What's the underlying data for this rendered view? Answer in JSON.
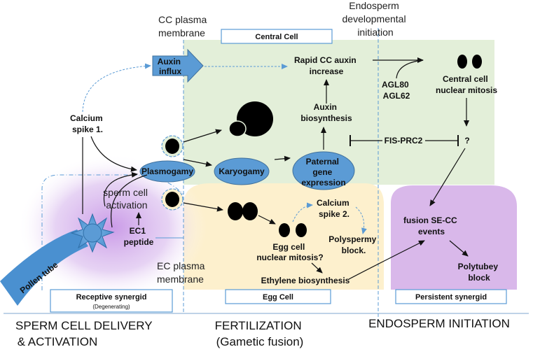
{
  "header": {
    "cc_membrane": [
      "CC plasma",
      "membrane"
    ],
    "endosperm_initiation": [
      "Endosperm",
      "developmental",
      "initiation"
    ],
    "central_cell_box": "Central Cell"
  },
  "nodes": {
    "auxin_influx": [
      "Auxin",
      "influx"
    ],
    "rapid_cc_auxin": [
      "Rapid CC auxin",
      "increase"
    ],
    "central_cell_mitosis": [
      "Central cell",
      "nuclear mitosis"
    ],
    "agl": [
      "AGL80",
      "AGL62"
    ],
    "auxin_biosynthesis": [
      "Auxin",
      "biosynthesis"
    ],
    "fis_prc2": "FIS-PRC2",
    "question": "?",
    "calcium_spike_1": [
      "Calcium",
      "spike 1."
    ],
    "plasmogamy": "Plasmogamy",
    "karyogamy": "Karyogamy",
    "paternal_gene": [
      "Paternal",
      "gene",
      "expression"
    ],
    "sperm_activation": [
      "sperm cell",
      "activation"
    ],
    "ec1_peptide": [
      "EC1",
      "peptide"
    ],
    "calcium_spike_2": [
      "Calcium",
      "spike 2."
    ],
    "egg_cell_mitosis": [
      "Egg cell",
      "nuclear mitosis?"
    ],
    "polyspermy_block": [
      "Polyspermy",
      "block."
    ],
    "ethylene": "Ethylene biosynthesis",
    "fusion_se_cc": [
      "fusion SE-CC",
      "events"
    ],
    "polytubey_block": [
      "Polytubey",
      "block"
    ],
    "pollen_tube": "Pollen tube",
    "ec_membrane": [
      "EC plasma",
      "membrane"
    ]
  },
  "boxes": {
    "receptive_synergid": "Receptive synergid",
    "degenerating": "(Degenerating)",
    "egg_cell": "Egg Cell",
    "persistent_synergid": "Persistent synergid"
  },
  "footer": {
    "sperm_delivery": [
      "SPERM CELL DELIVERY",
      "& ACTIVATION"
    ],
    "fertilization": [
      "FERTILIZATION",
      "(Gametic fusion)"
    ],
    "endosperm_init": "ENDOSPERM INITIATION"
  },
  "colors": {
    "central_cell_fill": "#e3efd9",
    "egg_cell_fill": "#fdf0cd",
    "persistent_fill": "#d9b8ea",
    "node_fill": "#5b9bd5",
    "node_stroke": "#41719c",
    "arrow_blue": "#5b9bd5",
    "pollen_tube": "#4a90d0"
  }
}
